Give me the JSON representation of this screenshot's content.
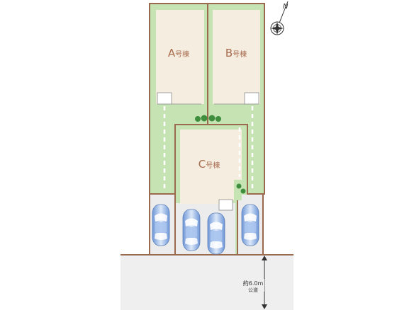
{
  "buildings": {
    "a": {
      "label_letter": "A",
      "label_suffix": "号棟"
    },
    "b": {
      "label_letter": "B",
      "label_suffix": "号棟"
    },
    "c": {
      "label_letter": "C",
      "label_suffix": "号棟"
    }
  },
  "road": {
    "width_label": "約6.0m",
    "type_label": "公道"
  },
  "compass": {
    "north_letter": "N"
  },
  "colors": {
    "lot_green": "#c6e3b4",
    "lot_border": "#9b6a4e",
    "building_fill": "#f4ede0",
    "parking_fill": "#ececec",
    "road_fill": "#efefef",
    "label_brown": "#a86a4c",
    "car_blue": "#8fb4e8",
    "tree_green": "#3e8e3e"
  }
}
